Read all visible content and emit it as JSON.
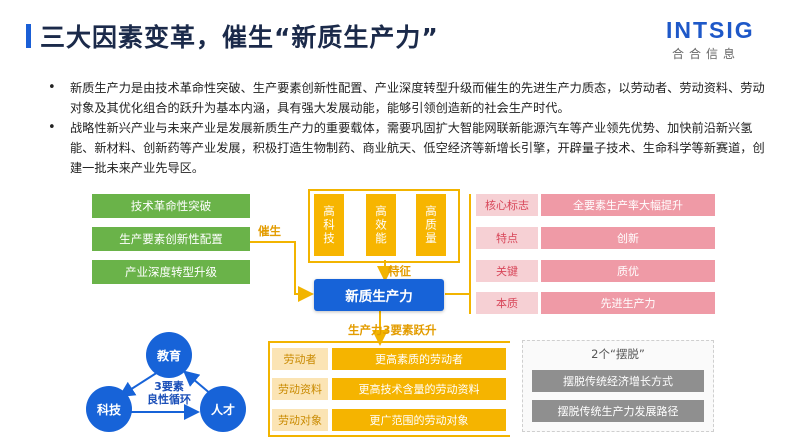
{
  "header": {
    "title": "三大因素变革，催生“新质生产力”",
    "logo_text": "INTSIG",
    "logo_sub": "合合信息"
  },
  "bullets": [
    "新质生产力是由技术革命性突破、生产要素创新性配置、产业深度转型升级而催生的先进生产力质态，以劳动者、劳动资料、劳动对象及其优化组合的跃升为基本内涵，具有强大发展动能，能够引领创造新的社会生产时代。",
    "战略性新兴产业与未来产业是发展新质生产力的重要载体，需要巩固扩大智能网联新能源汽车等产业领先优势、加快前沿新兴氢能、新材料、创新药等产业发展，积极打造生物制药、商业航天、低空经济等新增长引擎，开辟量子技术、生命科学等新赛道，创建一批未来产业先导区。"
  ],
  "diagram": {
    "factors": [
      "技术革命性突破",
      "生产要素创新性配置",
      "产业深度转型升级"
    ],
    "catalyze_label": "催生",
    "features": [
      "高科技",
      "高效能",
      "高质量"
    ],
    "feature_label": "特征",
    "core": "新质生产力",
    "leap_label": "生产力3要素跃升",
    "attributes": [
      {
        "key": "核心标志",
        "value": "全要素生产率大幅提升"
      },
      {
        "key": "特点",
        "value": "创新"
      },
      {
        "key": "关键",
        "value": "质优"
      },
      {
        "key": "本质",
        "value": "先进生产力"
      }
    ],
    "elements": [
      {
        "key": "劳动者",
        "value": "更高素质的劳动者"
      },
      {
        "key": "劳动资料",
        "value": "更高技术含量的劳动资料"
      },
      {
        "key": "劳动对象",
        "value": "更广范围的劳动对象"
      }
    ],
    "cycle": {
      "nodes": [
        "教育",
        "科技",
        "人才"
      ],
      "center_line1": "3要素",
      "center_line2": "良性循环"
    },
    "breakaway": {
      "title": "2个“摆脱”",
      "items": [
        "摆脱传统经济增长方式",
        "摆脱传统生产力发展路径"
      ]
    }
  },
  "colors": {
    "primary_blue": "#1763d8",
    "green": "#6ab349",
    "yellow": "#f7b500",
    "pink": "#ef9aa6",
    "gray": "#8f8f8f"
  }
}
